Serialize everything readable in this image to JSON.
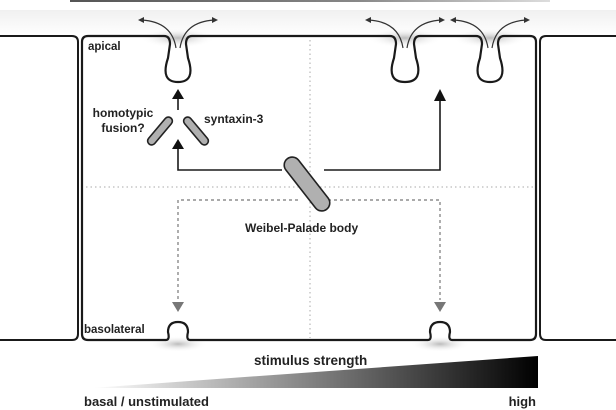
{
  "labels": {
    "apical": "apical",
    "basolateral": "basolateral",
    "homotypic_line1": "homotypic",
    "homotypic_line2": "fusion?",
    "syntaxin": "syntaxin-3",
    "wpb": "Weibel-Palade body",
    "stimulus": "stimulus strength",
    "basal": "basal / unstimulated",
    "high": "high"
  },
  "colors": {
    "line": "#1a1a1a",
    "granule": "#b0b0b0",
    "dashed_arrow": "#777777"
  }
}
